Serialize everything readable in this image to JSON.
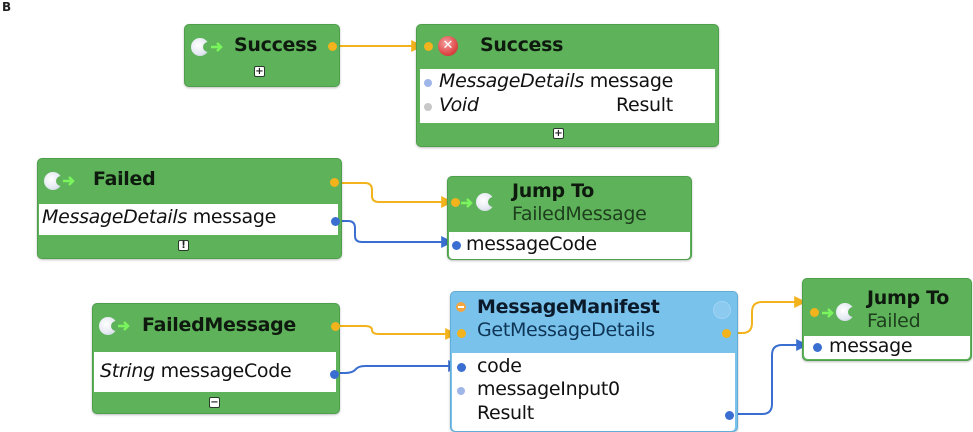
{
  "figure_label": "B",
  "colors": {
    "node_green": "#5eb25a",
    "node_blue": "#79c2ec",
    "exec_wire": "#f2b31c",
    "data_wire": "#3a6fd1"
  },
  "nodes": {
    "success_event": {
      "icon": "event-moon-icon",
      "title": "Success",
      "toggle": "+"
    },
    "success_end": {
      "icon": "error-x-icon",
      "title": "Success",
      "rows": [
        {
          "type": "MessageDetails",
          "name": "message"
        },
        {
          "type": "Void",
          "name": "Result"
        }
      ],
      "toggle": "+"
    },
    "failed_event": {
      "icon": "event-moon-icon",
      "title": "Failed",
      "rows": [
        {
          "type": "MessageDetails",
          "name": "message"
        }
      ],
      "toggle": "!"
    },
    "jump_failedmessage": {
      "icon": "jump-moon-icon",
      "title": "Jump To",
      "subtitle": "FailedMessage",
      "rows": [
        {
          "name": "messageCode"
        }
      ]
    },
    "failedmessage_event": {
      "icon": "event-moon-icon",
      "title": "FailedMessage",
      "rows": [
        {
          "type": "String",
          "name": "messageCode"
        }
      ],
      "toggle": "−"
    },
    "message_manifest": {
      "icon": "collapse-icon",
      "title": "MessageManifest",
      "subtitle": "GetMessageDetails",
      "rows": [
        {
          "name": "code"
        },
        {
          "name": "messageInput0"
        },
        {
          "name": "Result"
        }
      ]
    },
    "jump_failed": {
      "icon": "jump-moon-icon",
      "title": "Jump To",
      "subtitle": "Failed",
      "rows": [
        {
          "name": "message"
        }
      ]
    }
  }
}
